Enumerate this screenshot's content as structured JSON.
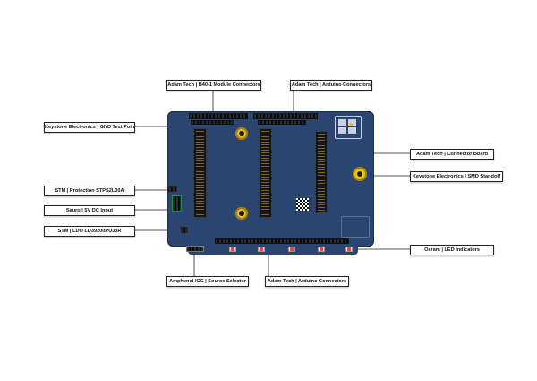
{
  "callouts": {
    "b40_module": "Adam Tech | B40-1 Module Connectors",
    "arduino_top": "Adam Tech | Arduino Connectors",
    "gnd_test_point": "Keystone Electronics | GND Test Point",
    "connector_board": "Adam Tech | Connector Board",
    "smd_standoff": "Keystone Electronics | SMD Standoff",
    "protection": "STM | Protection STPS2L30A",
    "dc_input": "Sauro | 5V DC Input",
    "ldo": "STM | LDO LD39200PU33R",
    "led_indicators": "Osram | LED Indicators",
    "source_selector": "Amphenol ICC | Source Selector",
    "arduino_bottom": "Adam Tech | Arduino Connectors"
  },
  "colors": {
    "board": "#2a4670",
    "header": "#111111",
    "standoff": "#f2c400",
    "led": "#ff3c3c",
    "leader_line": "#222222"
  }
}
